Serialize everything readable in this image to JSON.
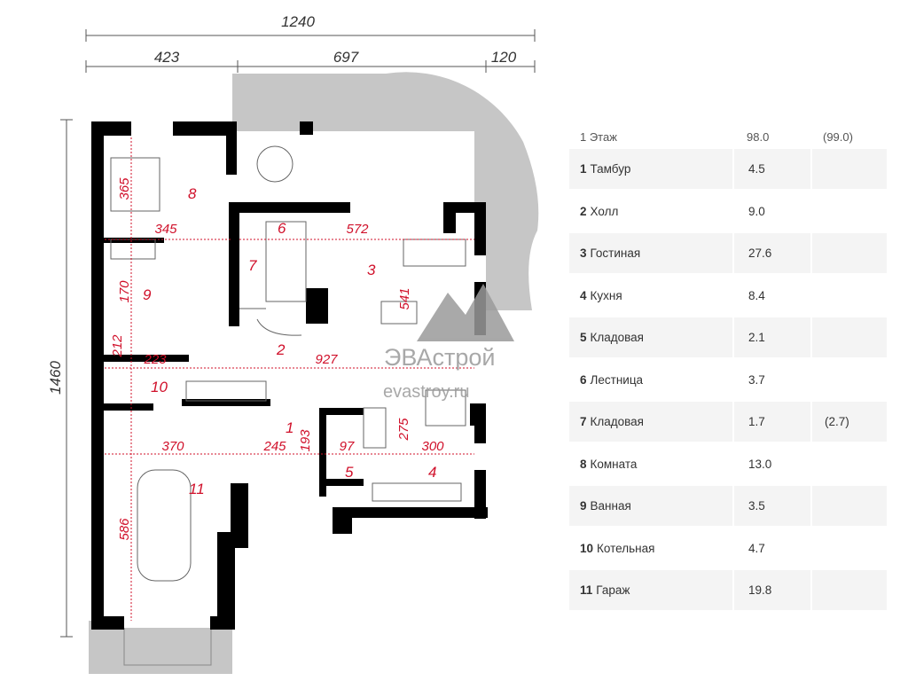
{
  "plan": {
    "dimensions": {
      "total_width": "1240",
      "segment_1": "423",
      "segment_2": "697",
      "segment_3": "120",
      "total_height": "1460"
    },
    "room_numbers": [
      "1",
      "2",
      "3",
      "4",
      "5",
      "6",
      "7",
      "8",
      "9",
      "10",
      "11"
    ],
    "inner_dimensions": [
      "365",
      "345",
      "572",
      "170",
      "541",
      "212",
      "223",
      "927",
      "370",
      "245",
      "193",
      "97",
      "275",
      "300",
      "586"
    ],
    "watermark": {
      "brand": "ЭВАстрой",
      "site": "evastroy.ru"
    }
  },
  "table": {
    "header": {
      "floor": "1 Этаж",
      "area": "98.0",
      "area_alt": "(99.0)"
    },
    "rows": [
      {
        "num": "1",
        "name": "Тамбур",
        "area": "4.5",
        "alt": ""
      },
      {
        "num": "2",
        "name": "Холл",
        "area": "9.0",
        "alt": ""
      },
      {
        "num": "3",
        "name": "Гостиная",
        "area": "27.6",
        "alt": ""
      },
      {
        "num": "4",
        "name": "Кухня",
        "area": "8.4",
        "alt": ""
      },
      {
        "num": "5",
        "name": "Кладовая",
        "area": "2.1",
        "alt": ""
      },
      {
        "num": "6",
        "name": "Лестница",
        "area": "3.7",
        "alt": ""
      },
      {
        "num": "7",
        "name": "Кладовая",
        "area": "1.7",
        "alt": "(2.7)"
      },
      {
        "num": "8",
        "name": "Комната",
        "area": "13.0",
        "alt": ""
      },
      {
        "num": "9",
        "name": "Ванная",
        "area": "3.5",
        "alt": ""
      },
      {
        "num": "10",
        "name": "Котельная",
        "area": "4.7",
        "alt": ""
      },
      {
        "num": "11",
        "name": "Гараж",
        "area": "19.8",
        "alt": ""
      }
    ]
  },
  "colors": {
    "wall": "#000000",
    "terrace": "#c6c6c6",
    "accent_red": "#d0102a"
  }
}
